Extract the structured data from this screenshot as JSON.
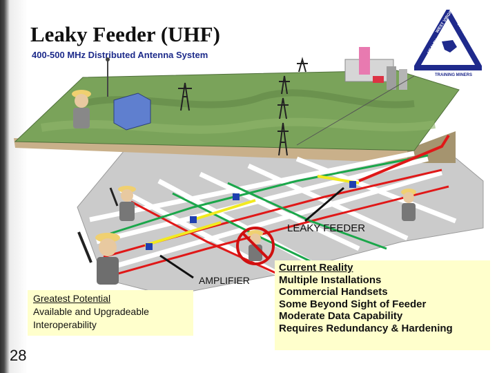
{
  "title": "Leaky Feeder (UHF)",
  "subtitle": "400-500 MHz Distributed Antenna System",
  "logo": {
    "top_text": "WEST VIRGINIA",
    "left_text": "HEALTH",
    "right_text": "OFFICE OF SAFETY",
    "bottom_text": "TRAINING MINERS"
  },
  "labels": {
    "leaky_feeder": "LEAKY FEEDER",
    "amplifier": "AMPLIFIER"
  },
  "left_box": {
    "heading": "Greatest Potential",
    "lines": [
      "Available and Upgradeable",
      "Interoperability"
    ]
  },
  "right_box": {
    "heading": "Current Reality",
    "lines": [
      "Multiple Installations",
      "Commercial Handsets",
      "Some Beyond Sight of Feeder",
      "Moderate Data Capability",
      "Requires Redundancy & Hardening"
    ]
  },
  "page_number": "28",
  "colors": {
    "terrain": "#6f9a52",
    "mine_floor": "#c9c9c9",
    "tunnel": "#ffffff",
    "feeder_red": "#e01818",
    "feeder_green": "#1aa74a",
    "feeder_yellow": "#f2ea20",
    "amplifier": "#1f3fb0",
    "box_fill": "#ffffcc",
    "subtitle": "#1c2a8a"
  }
}
